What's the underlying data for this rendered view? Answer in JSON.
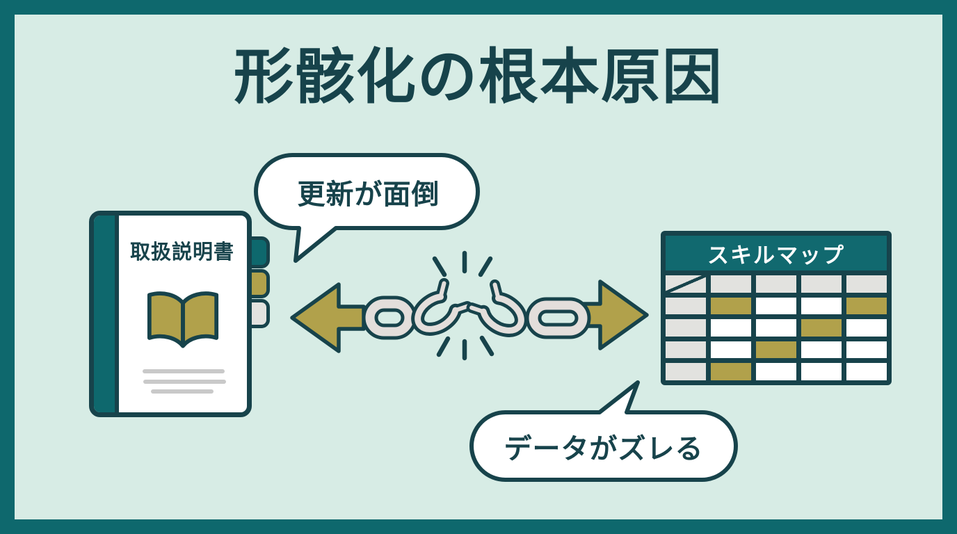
{
  "title": "形骸化の根本原因",
  "colors": {
    "frame_teal": "#0e686d",
    "background_mint": "#d7ece5",
    "ink_dark_teal": "#17434b",
    "olive_gold": "#b1a14b",
    "chain_gray": "#e3dedb",
    "cell_gray": "#e2e2df",
    "white": "#ffffff"
  },
  "manual": {
    "cover_label": "取扱説明書",
    "icon": "open-book-icon",
    "tabs": [
      "teal",
      "olive",
      "gray"
    ],
    "decorative_text_lines": 3
  },
  "bubbles": {
    "left": {
      "text": "更新が面倒"
    },
    "right": {
      "text": "データがズレる"
    }
  },
  "link_break": {
    "icons": [
      "left-arrow-icon",
      "broken-chain-icon",
      "right-arrow-icon",
      "spark-lines-icon"
    ]
  },
  "skill_map": {
    "header": "スキルマップ",
    "columns": 5,
    "rows": [
      [
        "gray-diagonal",
        "gray",
        "gray",
        "gray",
        "gray"
      ],
      [
        "gray",
        "olive",
        "white",
        "white",
        "olive"
      ],
      [
        "gray",
        "white",
        "white",
        "olive",
        "white"
      ],
      [
        "gray",
        "white",
        "olive",
        "white",
        "white"
      ],
      [
        "gray",
        "olive",
        "white",
        "white",
        "white"
      ]
    ]
  }
}
